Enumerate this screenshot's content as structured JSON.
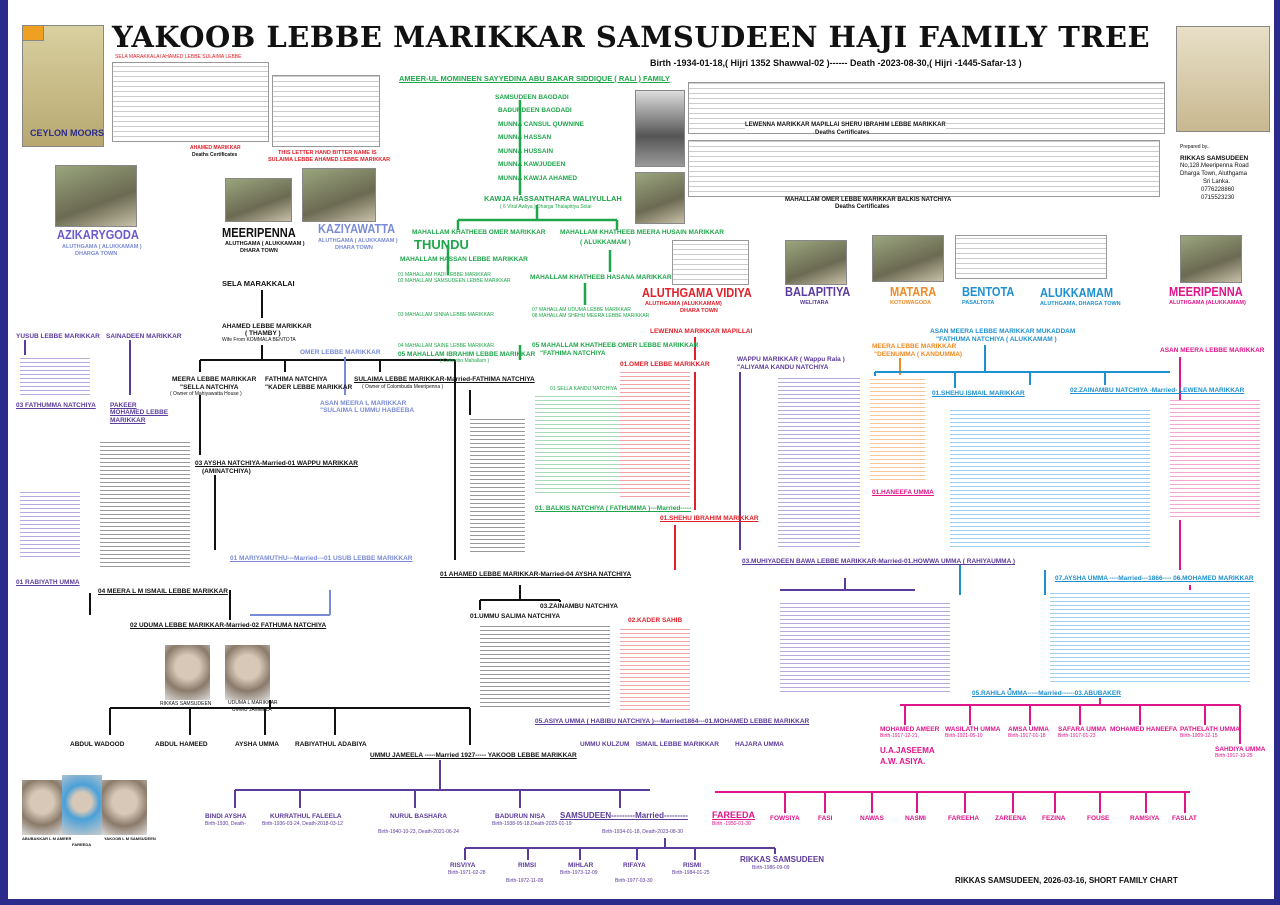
{
  "title": "YAKOOB LEBBE MARIKKAR SAMSUDEEN HAJI FAMILY TREE",
  "dates": "Birth -1934-01-18,( Hijri 1352 Shawwal-02 )------ Death -2023-08-30,( Hijri -1445-Safar-13 )",
  "colors": {
    "frame": "#2b2b8c",
    "green": "#1fa64a",
    "red": "#e0202a",
    "purple": "#5b3b9c",
    "blue": "#1e90d0",
    "orange": "#f08a24",
    "magenta": "#e0158a"
  },
  "docs": {
    "sela": "SELA MARAKKALAI AHAMED LEBBE SULAIMA LEBBE",
    "ceylon": "CEYLON MOORS",
    "ahamed_cert": "AHAMED MARIKKAR",
    "ahamed_cert2": "Deaths Certificates",
    "letter1": "THIS LETTER HAND BITTER NAME IS",
    "letter2": "SULAIMA LEBBE AHAMED LEBBE MARIKKAR",
    "lewenna1": "LEWENNA MARIKKAR MAPILLAI SHERU IBRAHIM LEBBE MARIKKAR",
    "lewenna2": "Deaths Certificates",
    "omer1": "MAHALLAM OMER LEBBE MARIKKAR BALKIS NATCHIYA",
    "omer2": "Deaths Certificates"
  },
  "prepared": {
    "label": "Prepared by..",
    "name": "RIKKAS SAMSUDEEN",
    "addr1": "No,128.Meeripenna Road",
    "addr2": "Dharga Town, Aluthgama",
    "addr3": "Sri Lanka.",
    "phone1": "0776228860",
    "phone2": "0715523230"
  },
  "lineage": [
    "AMEER-UL MOMINEEN SAYYEDINA ABU BAKAR SIDDIQUE ( RALI ) FAMILY",
    "SAMSUDEEN BAGDADI",
    "BADURDEEN BAGDADI",
    "MUNNA CANSUL QUWNINE",
    "MUNNA HASSAN",
    "MUNNA HUSSAIN",
    "MUNNA KAWJUDEEN",
    "MUNNA KAWJA AHAMED",
    "KAWJA HASSANTHARA WALIYULLAH",
    "( 6 Viral Awliya ) Dharga Thalapitiya Solai"
  ],
  "places": [
    {
      "name": "AZIKARYGODA",
      "sub": "ALUTHGAMA ( ALUKKAMAM )",
      "sub2": "DHARGA TOWN"
    },
    {
      "name": "MEERIPENNA",
      "sub": "ALUTHGAMA ( ALUKKAMAM )",
      "sub2": "DHARA TOWN"
    },
    {
      "name": "KAZIYAWATTA",
      "sub": "ALUTHGAMA ( ALUKKAMAM )",
      "sub2": "DHARA TOWN"
    },
    {
      "name": "ALUTHGAMA VIDIYA",
      "sub": "ALUTHGAMA          (ALUKKAMAM)",
      "sub2": "DHARA TOWN"
    },
    {
      "name": "BALAPITIYA",
      "sub": "WELITARA"
    },
    {
      "name": "MATARA",
      "sub": "KOTUWAGODA"
    },
    {
      "name": "BENTOTA",
      "sub": "PASALTOTA"
    },
    {
      "name": "ALUKKAMAM",
      "sub": "ALUTHGAMA, DHARGA TOWN"
    },
    {
      "name": "MEERIPENNA",
      "sub": "ALUTHGAMA (ALUKKAMAM)"
    }
  ],
  "green": {
    "omer": "MAHALLAM KHATHEEB OMER  MARIKKAR",
    "thundu": "THUNDU",
    "meera": "MAHALLAM KHATHEEB MEERA HUSAIN MARIKKAR",
    "alukkamam": "( ALUKKAMAM )",
    "hassan": "MAHALLAM HASSAN LEBBE MARIKKAR",
    "hasana": "MAHALLAM KHATHEEB HASANA MARIKKAR",
    "hadi": "01 MAHALLAM HADI LEBBE MARIKKAR",
    "samsudeen": "02 MAHALLAM SAMSUDEEN LEBBE MARIKKAR",
    "sinna": "03 MAHALLAM SINNA LEBBE MARIKKAR",
    "saine": "04 MAHALLAM SAINE LEBBE MARIKKAR",
    "ibrahim": "05 MAHALLAM IBRAHIM LEBBE MARIKKAR",
    "colombo": "( Colombo Mahallam )",
    "uduma": "07 MAHALLAM UDUMA LEBBE MARIKKAR",
    "shehu": "08 MAHALLAM SHEHU MEERA LEBBE MARIKKAR",
    "omer_l": "05 MAHALLAM KHATHEEB OMER LEBBE MARIKKAR",
    "fathima": "\"FATHIMA NATCHIYA",
    "balkis": "01. BALKIS NATCHIYA ( FATHUMMA )---Married-----",
    "sella": "01 SELLA KANDU NATCHIYA"
  },
  "tree": {
    "sela_marakkalai": "SELA MARAKKALAI",
    "ahamed_thamby": "AHAMED LEBBE MARIKKAR",
    "thamby": "( THAMBY )",
    "wife": "Wife From KOMMALA BENTOTA",
    "yusub": "YUSUB LEBBE MARIKKAR",
    "sainadeen": "SAINADEEN MARIKKAR",
    "omer": "OMER LEBBE MARIKKAR",
    "meera": "MEERA LEBBE MARIKKAR",
    "sella": "\"SELLA NATCHIYA",
    "mahiyawatte": "( Owner of Mahiyawatta House )",
    "fathima": "FATHIMA NATCHIYA",
    "kader": "\"KADER LEBBE MARIKKAR",
    "sulaima": "SULAIMA LEBBE MARIKKAR-Married-FATHIMA NATCHIYA",
    "sulaima_sub": "( Owner of Colombuda Meeripenna )",
    "asan_meera": "ASAN MEERA L MARIKKAR",
    "habeeba": "\"SULAIMA L UMMU HABEEBA",
    "fathumma": "03 FATHUMMA NATCHIYA",
    "pakeer": "PAKEER MOHAMED LEBBE MARIKKAR",
    "aysha": "03 AYSHA NATCHIYA-Married-01 WAPPU MARIKKAR",
    "aminatchiya": "(AMINATCHIYA)",
    "mariyamuthu": "01 MARIYAMUTHU---Married---01 USUB LEBBE MARIKKAR",
    "rabiyath": "01 RABIYATH UMMA",
    "ismail": "04 MEERA L M ISMAIL LEBBE MARIKKAR",
    "ahamed_aysha": "01 AHAMED LEBBE MARIKKAR-Married-04 AYSHA NATCHIYA",
    "uduma": "02 UDUMA LEBBE MARIKKAR-Married-02 FATHUMA NATCHIYA",
    "ummu_jameela": "UMMU JAMEELA -----Married 1927----- YAKOOB LEBBE MARIKKAR",
    "asiya": "05.ASIYA UMMA ( HABIBU NATCHIYA )---Married1864---01.MOHAMED LEBBE MARIKKAR",
    "lewenna": "LEWENNA MARIKKAR MAPILLAI",
    "shehu": "01.SHEHU IBRAHIM MARIKKAR",
    "wappu": "WAPPU MARIKKAR  ( Wappu Rala )",
    "aliyama": "\"ALIYAMA KANDU NATCHIYA",
    "meera_deen": "MEERA LEBBE MARIKKAR",
    "deenumma": "\"DEENUMMA ( KANDUMMA)",
    "asan_mukaddam": "ASAN MEERA LEBBE MARIKKAR MUKADDAM",
    "fathuma_al": "\"FATHUMA NATCHIYA    ( ALUKKAMAM )",
    "asan_meera2": "ASAN MEERA LEBBE MARIKKAR",
    "muhiyadeen": "03.MUHIYADEEN BAWA LEBBE MARIKKAR-Married-01.HOWWA UMMA ( RAHIYAUMMA )",
    "shehu_sinna": "01.SHEHU ISMAIL MARIKKAR",
    "zainambu": "02.ZAINAMBU NATCHIYA -Married- LEWENA MARIKKAR",
    "aysha_umma": "07.AYSHA UMMA ----Married---1866---- 06.MOHAMED MARIKKAR",
    "hanifa": "01.HANEEFA UMMA",
    "rahila": "05.RAHILA UMMA-----Married------03.ABUBAKER",
    "omer_red": "01.OMER LEBBE MARIKKAR",
    "kader_sahib": "02.KADER SAHIB",
    "ummu_salima": "01.UMMU  SALIMA  NATCHIYA",
    "zainambu2": "03.ZAINAMBU NATCHIYA"
  },
  "gen2": [
    "ABDUL WADOOD",
    "ABDUL HAMEED",
    "AYSHA UMMA",
    "RABIYATHUL ADABIYA",
    "UMMU KULZUM",
    "ISMAIL LEBBE MARIKKAR",
    "HAJARA UMMA"
  ],
  "gen2m": [
    {
      "name": "MOHAMED AMEER",
      "line": "Birth-1917-12-21,"
    },
    {
      "name": "WASILATH UMMA",
      "line": "Birth-1921-05-10"
    },
    {
      "name": "AMSA UMMA",
      "line": "Birth-1917-01-18"
    },
    {
      "name": "SAFARA UMMA",
      "line": "Birth-1917-01-23"
    },
    {
      "name": "MOHAMED HANEEFA",
      "line": ""
    },
    {
      "name": "PATHELATH UMMA",
      "line": "Birth-1909-12-15"
    },
    {
      "name": "SAHDIYA UMMA",
      "line": "Birth-1917-10-25"
    }
  ],
  "jaseema": "U.A.JASEEMA",
  "asiya2": "A.W. ASIYA.",
  "photos": {
    "rikkas": "RIKKAS SAMSUDEEN",
    "uduma": "UDUMA L MARIKKAR",
    "jameela": "UMMU JAMEELA",
    "abubakar": "ABUBAKKAR L M AMEER",
    "fareeda": "FAREEDA",
    "yakoob": "YAKOOB L M SAMSUDEEN"
  },
  "gen3": [
    {
      "name": "BINDI AYSHA",
      "line": "Birth-1930, Death-"
    },
    {
      "name": "KURRATHUL FALEELA",
      "line": "Birth-1936-03-24, Death-2018-03-12"
    },
    {
      "name": "NURUL BASHARA",
      "line": "Birth-1940-10-23, Death-2021-06-24"
    },
    {
      "name": "BADURUN NISA",
      "line": "Birth-1938-05-18,Death-2023-01-19"
    }
  ],
  "samsudeen": "SAMSUDEEN---------Married---------",
  "fareeda": "FAREEDA",
  "samsudeen_line": "Birth-1934-01-18,  Death-2023-08-30",
  "fareeda_line": "Birth -1950-01-30",
  "gen3m": [
    "FOWSIYA",
    "FASI",
    "NAWAS",
    "NASMI",
    "FAREEHA",
    "ZAREENA",
    "FEZINA",
    "FOUSE",
    "RAMSIYA",
    "FASLAT"
  ],
  "gen4": [
    {
      "name": "RISVIYA",
      "line": "Birth-1971-02-28"
    },
    {
      "name": "RIMSI",
      "line": "Birth-1972-11-08"
    },
    {
      "name": "MIHLAR",
      "line": "Birth-1973-12-09"
    },
    {
      "name": "RIFAYA",
      "line": "Birth-1977-03-30"
    },
    {
      "name": "RISMI",
      "line": "Birth-1984-01-25"
    },
    {
      "name": "RIKKAS SAMSUDEEN",
      "line": "Birth-1986-09-09"
    }
  ],
  "footer": "RIKKAS SAMSUDEEN,  2026-03-16,    SHORT FAMILY CHART"
}
